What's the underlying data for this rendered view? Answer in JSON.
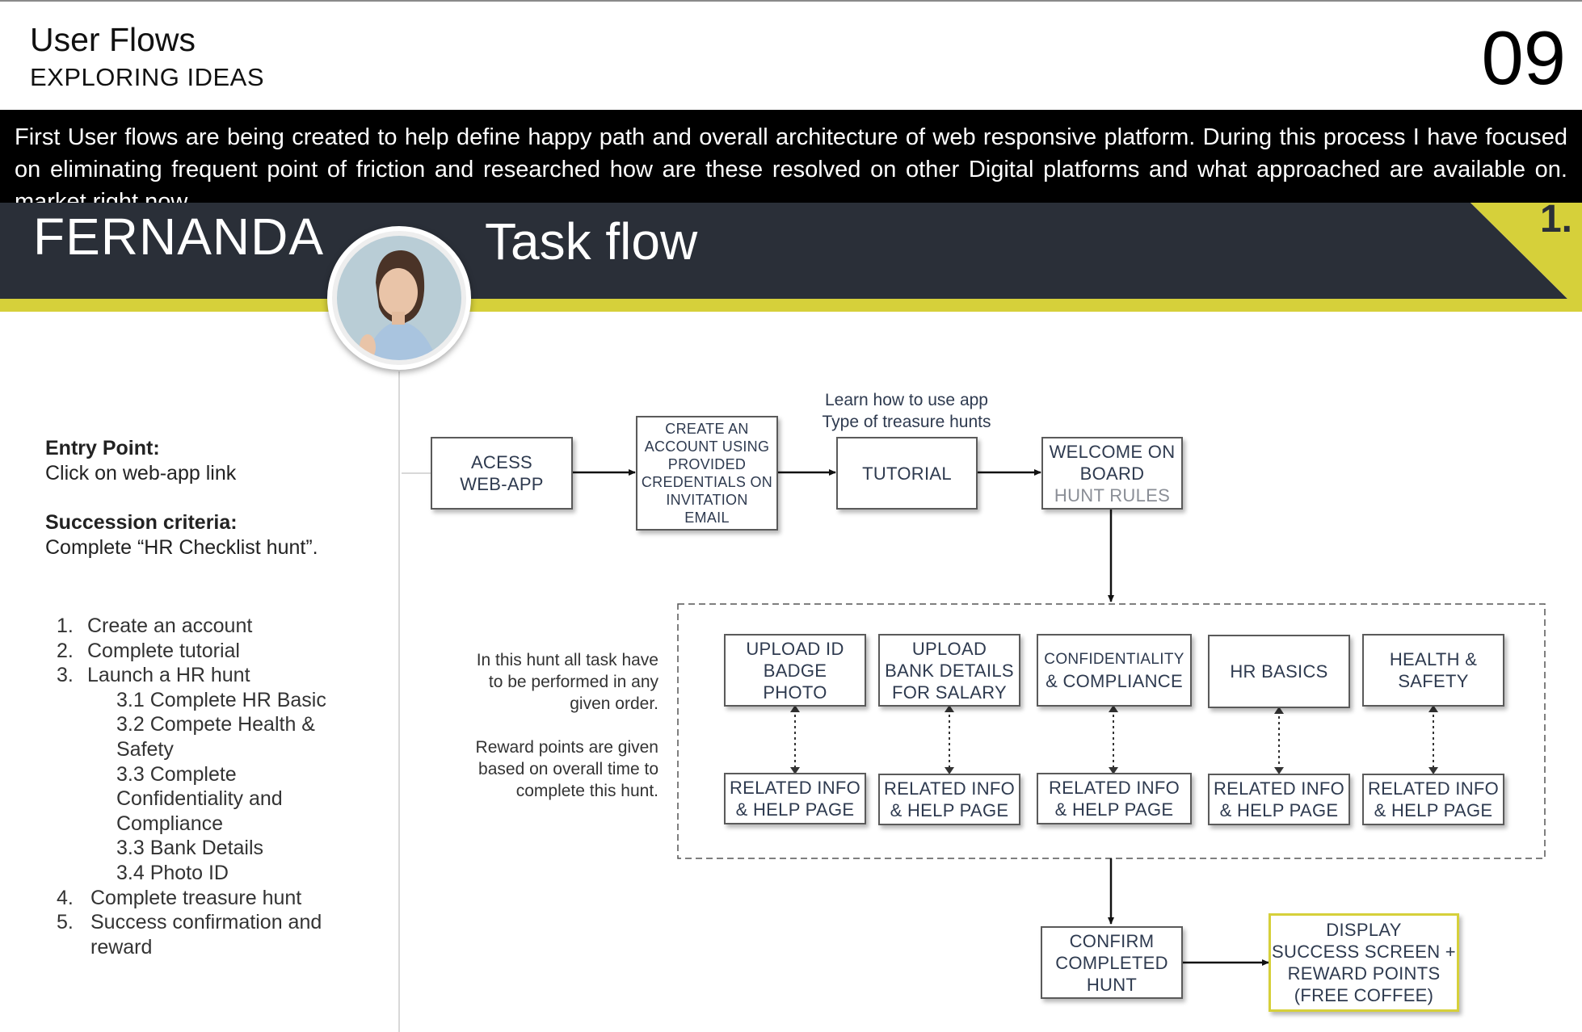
{
  "header": {
    "title": "User Flows",
    "subtitle": "EXPLORING IDEAS",
    "page_number": "09"
  },
  "intro": {
    "text": "First User flows are being created to help define happy path and overall architecture of web responsive platform. During this process I have focused on eliminating frequent point of friction and researched how are these resolved on other Digital platforms and what approached are available on. market right now."
  },
  "persona": {
    "name": "FERNANDA",
    "section_title": "Task flow",
    "flow_number": "1."
  },
  "sidebar": {
    "entry_label": "Entry Point:",
    "entry_value": "Click on web-app link",
    "success_label": "Succession criteria:",
    "success_value": "Complete “HR Checklist hunt”.",
    "steps": [
      {
        "num": "1.",
        "text": "Create an account"
      },
      {
        "num": "2.",
        "text": "Complete tutorial"
      },
      {
        "num": "3.",
        "text": "Launch a HR hunt"
      },
      {
        "num": "",
        "text": "3.1 Complete HR Basic"
      },
      {
        "num": "",
        "text": "3.2 Compete Health &"
      },
      {
        "num": "",
        "text": "Safety"
      },
      {
        "num": "",
        "text": "3.3 Complete"
      },
      {
        "num": "",
        "text": "Confidentiality and"
      },
      {
        "num": "",
        "text": "Compliance"
      },
      {
        "num": "",
        "text": "3.3 Bank Details"
      },
      {
        "num": "",
        "text": "3.4 Photo ID"
      },
      {
        "num": "4.",
        "text": "Complete treasure hunt"
      },
      {
        "num": "5.",
        "text": "Success confirmation and"
      },
      {
        "num": "",
        "text": "reward"
      }
    ]
  },
  "notes": {
    "order_lines": [
      "In this hunt all task have",
      "to be performed in any",
      "given order."
    ],
    "reward_lines": [
      "Reward points are given",
      "based on overall time to",
      "complete this hunt."
    ]
  },
  "tutorial_label": [
    "Learn how to use app",
    "Type of treasure hunts"
  ],
  "flow": {
    "access": [
      "ACESS",
      "WEB-APP"
    ],
    "create_account": [
      "CREATE AN",
      "ACCOUNT USING",
      "PROVIDED",
      "CREDENTIALS ON",
      "INVITATION",
      "EMAIL"
    ],
    "tutorial": [
      "TUTORIAL"
    ],
    "welcome": [
      "WELCOME ON",
      "BOARD"
    ],
    "welcome_sub": "HUNT RULES",
    "tasks": [
      [
        "UPLOAD ID",
        "BADGE",
        "PHOTO"
      ],
      [
        "UPLOAD",
        "BANK DETAILS",
        "FOR SALARY"
      ],
      [
        "CONFIDENTIALITY",
        "& COMPLIANCE"
      ],
      [
        "HR BASICS"
      ],
      [
        "HEALTH &",
        "SAFETY"
      ]
    ],
    "help": [
      "RELATED INFO",
      "& HELP PAGE"
    ],
    "confirm": [
      "CONFIRM",
      "COMPLETED",
      "HUNT"
    ],
    "success": [
      "DISPLAY",
      "SUCCESS SCREEN +",
      "REWARD POINTS",
      "(FREE COFFEE)"
    ]
  },
  "colors": {
    "banner": "#2a2f38",
    "accent": "#d6d03a",
    "intro_bg": "#000000"
  }
}
